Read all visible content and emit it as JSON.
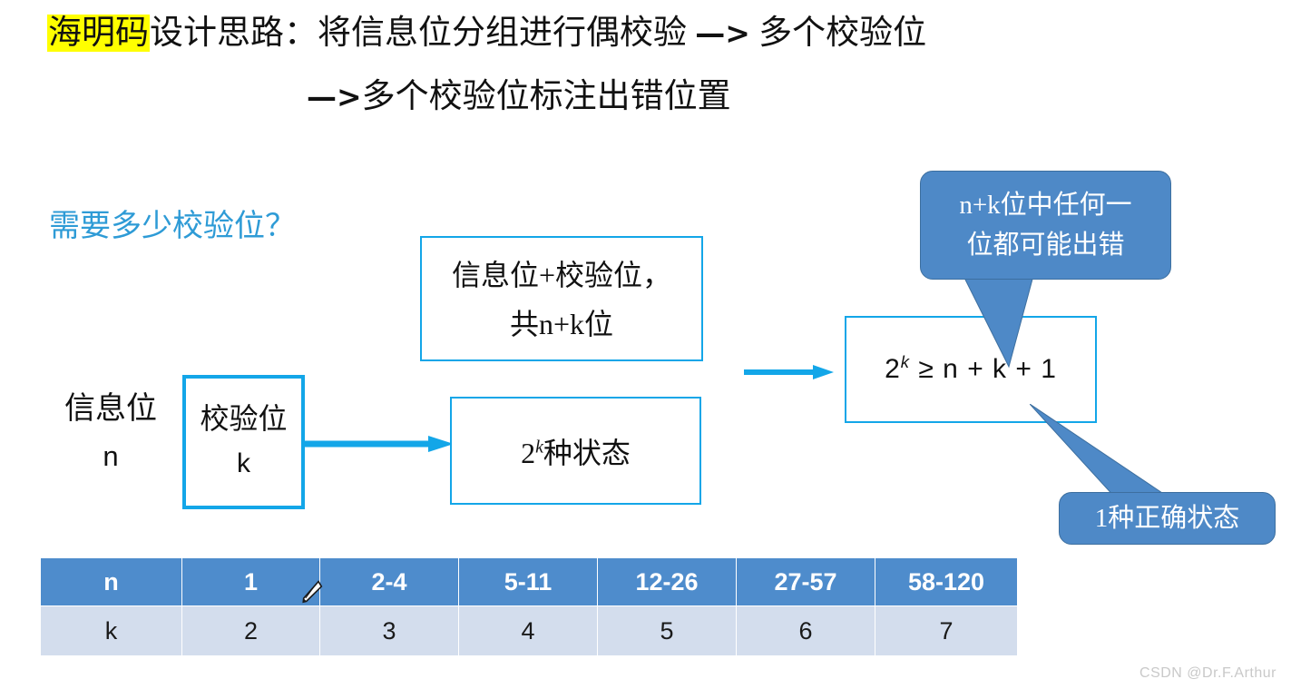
{
  "slide": {
    "title": {
      "highlight": "海明码",
      "line1_rest_a": "设计思路：将信息位分组进行偶校验 ",
      "line1_arrow": "—>",
      "line1_rest_b": " 多个校验位",
      "line2_arrow": "—>",
      "line2_text": "多个校验位标注出错位置"
    },
    "question": "需要多少校验位？",
    "left": {
      "label_main": "信息位",
      "label_sub": "n"
    },
    "box_k": {
      "line1": "校验位",
      "line2": "k"
    },
    "box_sum": {
      "line1": "信息位+校验位，",
      "line2_prefix": "共n+k位"
    },
    "box_states": {
      "base": "2",
      "exponent": "k",
      "suffix": "种状态"
    },
    "box_formula": {
      "base": "2",
      "exponent": "k",
      "rest": " ≥ n + k + 1"
    },
    "callout_top": {
      "line1": "n+k位中任何一",
      "line2": "位都可能出错"
    },
    "callout_bottom": {
      "line1": "1种正确状态"
    },
    "table": {
      "header": [
        "n",
        "1",
        "2-4",
        "5-11",
        "12-26",
        "27-57",
        "58-120"
      ],
      "row": [
        "k",
        "2",
        "3",
        "4",
        "5",
        "6",
        "7"
      ]
    },
    "watermark": "CSDN @Dr.F.Arthur",
    "colors": {
      "highlight": "#ffff00",
      "question_blue": "#2e9bd6",
      "box_border_blue": "#13a6e8",
      "callout_blue": "#4e89c7",
      "table_header_blue": "#4e8ccc",
      "table_body_blue": "#d3dded",
      "arrow_blue": "#13a6e8",
      "watermark_gray": "#c9c9c9"
    },
    "icons": {
      "pencil": "pencil-cursor-icon",
      "arrow_k_to_states": "arrow-right-icon",
      "arrow_to_formula": "arrow-right-icon"
    }
  }
}
